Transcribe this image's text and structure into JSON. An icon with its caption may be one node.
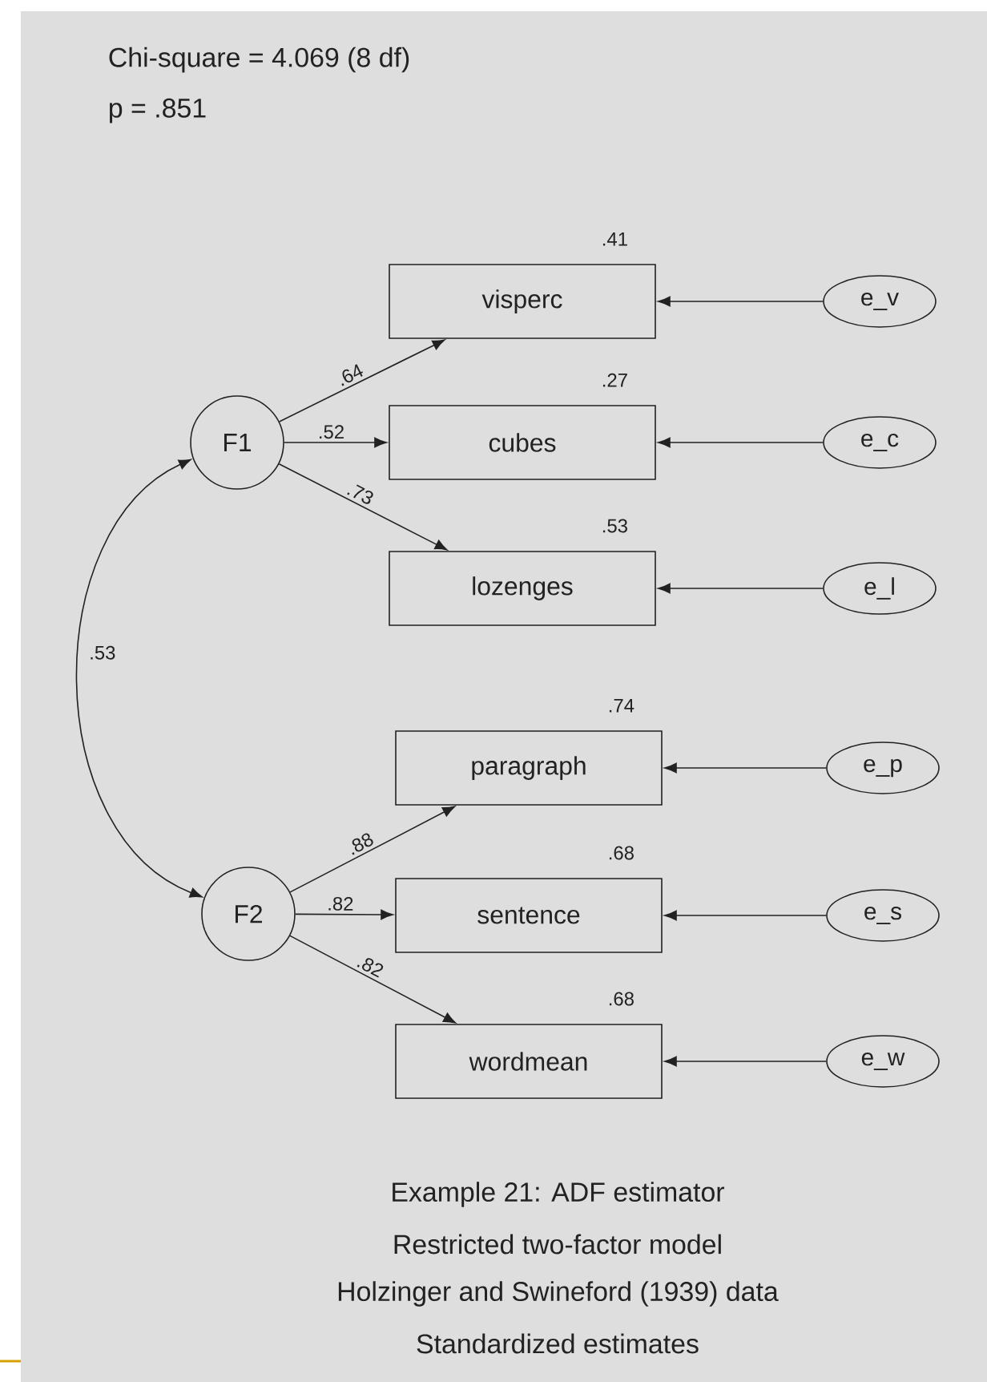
{
  "diagram": {
    "nodes": [
      {
        "text": [
          "F1"
        ]
      },
      {
        "text": [
          "visperc"
        ],
        "beside": [
          ".41"
        ]
      },
      {
        "text": [
          "e_v"
        ]
      },
      {
        "text": [
          "cubes"
        ],
        "beside": [
          ".27"
        ]
      },
      {
        "text": [
          "e_c"
        ]
      },
      {
        "text": [
          "lozenges"
        ],
        "beside": [
          ".53"
        ]
      },
      {
        "text": [
          "e_l"
        ]
      },
      {
        "text": [
          "F2"
        ]
      },
      {
        "text": [
          "paragraph"
        ],
        "beside": [
          ".74"
        ]
      },
      {
        "text": [
          "e_p"
        ]
      },
      {
        "text": [
          "sentence"
        ],
        "beside": [
          ".68"
        ]
      },
      {
        "text": [
          "e_s"
        ]
      },
      {
        "text": [
          "wordmean"
        ],
        "beside": [
          ".68"
        ]
      },
      {
        "text": [
          "e_w"
        ]
      }
    ],
    "edges": [
      {
        "from": 0,
        "to": 1,
        "arrow": "to",
        "label": ".64"
      },
      {
        "from": 0,
        "to": 3,
        "arrow": "to",
        "label": ".52"
      },
      {
        "from": 0,
        "to": 5,
        "arrow": "to",
        "label": ".73"
      },
      {
        "from": 2,
        "to": 1,
        "arrow": "to"
      },
      {
        "from": 4,
        "to": 3,
        "arrow": "to"
      },
      {
        "from": 6,
        "to": 5,
        "arrow": "to"
      },
      {
        "from": 0,
        "to": 7,
        "arrow": "both",
        "label": ".53"
      },
      {
        "from": 7,
        "to": 8,
        "arrow": "to",
        "label": ".88"
      },
      {
        "from": 7,
        "to": 10,
        "arrow": "to",
        "label": ".82"
      },
      {
        "from": 7,
        "to": 12,
        "arrow": "to",
        "label": ".82"
      },
      {
        "from": 9,
        "to": 8,
        "arrow": "to"
      },
      {
        "from": 11,
        "to": 10,
        "arrow": "to"
      },
      {
        "from": 13,
        "to": 12,
        "arrow": "to"
      }
    ],
    "labels": [
      "Chi-square = 4.069 (8 df)",
      "p = .851",
      "Example 21: ADF estimator",
      "Restricted two-factor model",
      "Holzinger and Swineford (1939) data",
      "Standardized estimates"
    ]
  }
}
